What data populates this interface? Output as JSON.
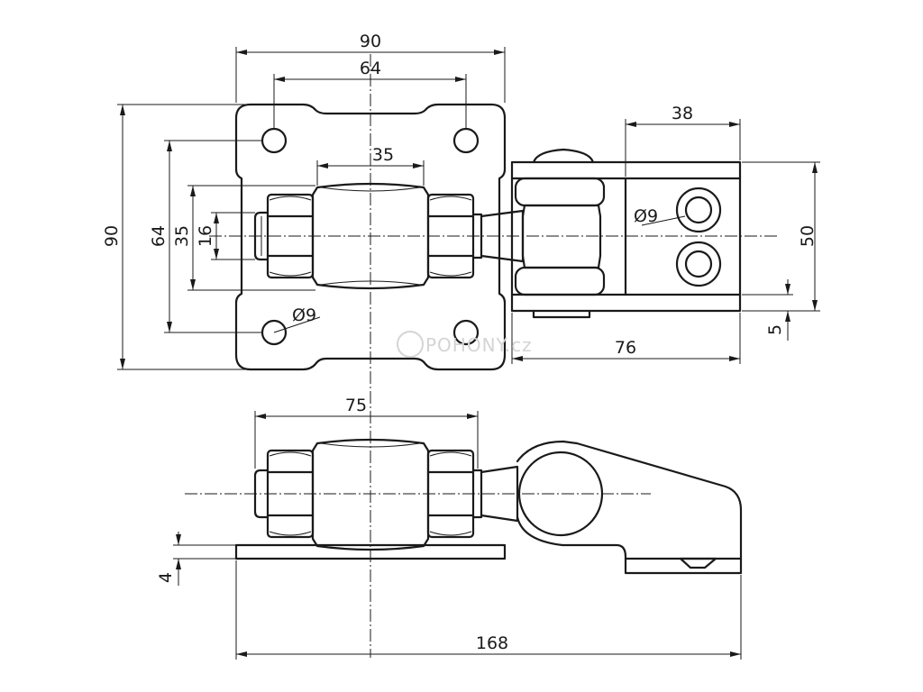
{
  "dimensions": {
    "top_width_90": "90",
    "top_width_64": "64",
    "top_width_35": "35",
    "left_height_90": "90",
    "left_height_64": "64",
    "left_height_35": "35",
    "left_height_16": "16",
    "hole_dia_left": "Ø9",
    "hole_dia_right": "Ø9",
    "bracket_width_38": "38",
    "bracket_height_50": "50",
    "bracket_thick_5": "5",
    "bracket_length_76": "76",
    "side_width_75": "75",
    "plate_thick_4": "4",
    "overall_length_168": "168"
  },
  "watermark": "POHONY.cz"
}
